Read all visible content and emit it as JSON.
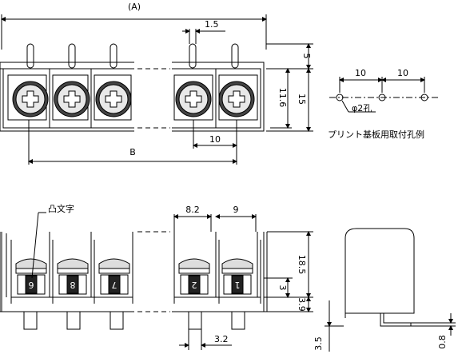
{
  "top_view": {
    "overall_dim": "(A)",
    "dim_b": "B",
    "dim_pin_width": "1.5",
    "dim_pitch": "10",
    "dim_pin_length": "5",
    "dim_body_height": "11.6",
    "dim_total_height": "15"
  },
  "pcb_layout": {
    "pitch_left": "10",
    "pitch_right": "10",
    "hole_label": "φ2孔",
    "caption": "プリント基板用取付孔例"
  },
  "front_view": {
    "emboss_label": "凸文字",
    "dim_pitch_a": "8.2",
    "dim_pitch_b": "9",
    "terminal_numbers": [
      "6",
      "8",
      "7",
      "2",
      "1"
    ],
    "dim_plate_height": "3",
    "dim_total_height": "18.5",
    "dim_pin_height": "3.9",
    "dim_pin_width": "3.2"
  },
  "side_view": {
    "dim_pin_length": "3.5",
    "dim_pin_thickness": "0.8"
  }
}
